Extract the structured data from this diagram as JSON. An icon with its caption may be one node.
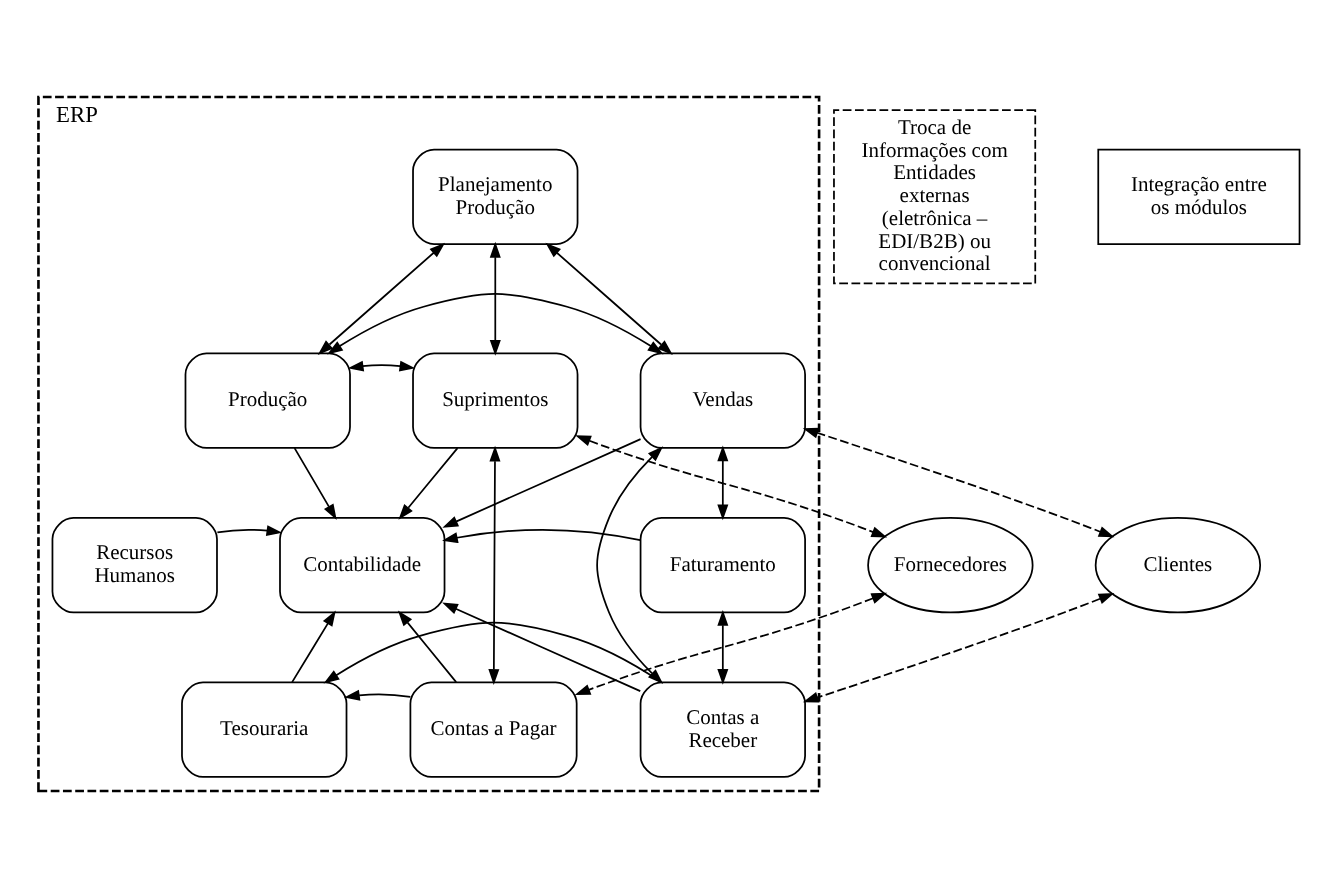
{
  "diagram": {
    "nodes": [
      {
        "text": [
          "ERP"
        ]
      },
      {
        "text": [
          "Planejamento Produção"
        ],
        "in": 0
      },
      {
        "text": [
          "Suprimentos"
        ],
        "in": 0
      },
      {
        "text": [
          "Produção"
        ],
        "in": 0
      },
      {
        "text": [
          "Vendas"
        ],
        "in": 0
      },
      {
        "text": [
          "Fornecedores"
        ]
      },
      {
        "text": [
          "Recursos Humanos"
        ],
        "in": 0
      },
      {
        "text": [
          "Contabilidade"
        ],
        "in": 0
      },
      {
        "text": [
          "Faturamento"
        ],
        "in": 0
      },
      {
        "text": [
          "Clientes"
        ]
      },
      {
        "text": [
          "Contas a Pagar"
        ],
        "in": 0
      },
      {
        "text": [
          "Tesouraria"
        ],
        "in": 0
      },
      {
        "text": [
          "Contas a Receber"
        ],
        "in": 0
      }
    ],
    "edges": [
      {
        "from": 2,
        "to": 1,
        "arrow": "both"
      },
      {
        "from": 1,
        "to": 3,
        "arrow": "both"
      },
      {
        "from": 1,
        "to": 4,
        "arrow": "both"
      },
      {
        "from": 2,
        "to": 3,
        "arrow": "both"
      },
      {
        "from": 3,
        "to": 4,
        "arrow": "both"
      },
      {
        "from": 2,
        "to": 7,
        "arrow": "to"
      },
      {
        "from": 3,
        "to": 7,
        "arrow": "to"
      },
      {
        "from": 4,
        "to": 7,
        "arrow": "to"
      },
      {
        "from": 4,
        "to": 8,
        "arrow": "both"
      },
      {
        "from": 4,
        "to": 12,
        "arrow": "both"
      },
      {
        "from": 2,
        "to": 10,
        "arrow": "both"
      },
      {
        "from": 6,
        "to": 7,
        "arrow": "to"
      },
      {
        "from": 8,
        "to": 7,
        "arrow": "to"
      },
      {
        "from": 10,
        "to": 7,
        "arrow": "to"
      },
      {
        "from": 10,
        "to": 11,
        "arrow": "to"
      },
      {
        "from": 11,
        "to": 7,
        "arrow": "to"
      },
      {
        "from": 12,
        "to": 7,
        "arrow": "to"
      },
      {
        "from": 12,
        "to": 11,
        "arrow": "to"
      },
      {
        "from": 8,
        "to": 12,
        "arrow": "both"
      },
      {
        "from": 5,
        "to": 2,
        "arrow": "both",
        "style": "dashed"
      },
      {
        "from": 5,
        "to": 10,
        "arrow": "both",
        "style": "dashed"
      },
      {
        "from": 9,
        "to": 4,
        "arrow": "both",
        "style": "dashed"
      },
      {
        "from": 9,
        "to": 12,
        "arrow": "both",
        "style": "dashed"
      }
    ],
    "legend": [
      {
        "text": "Troca de Informações com Entidades externas (eletrônica – EDI/B2B) ou convencional"
      },
      {
        "text": "Integração entre os módulos"
      }
    ]
  }
}
